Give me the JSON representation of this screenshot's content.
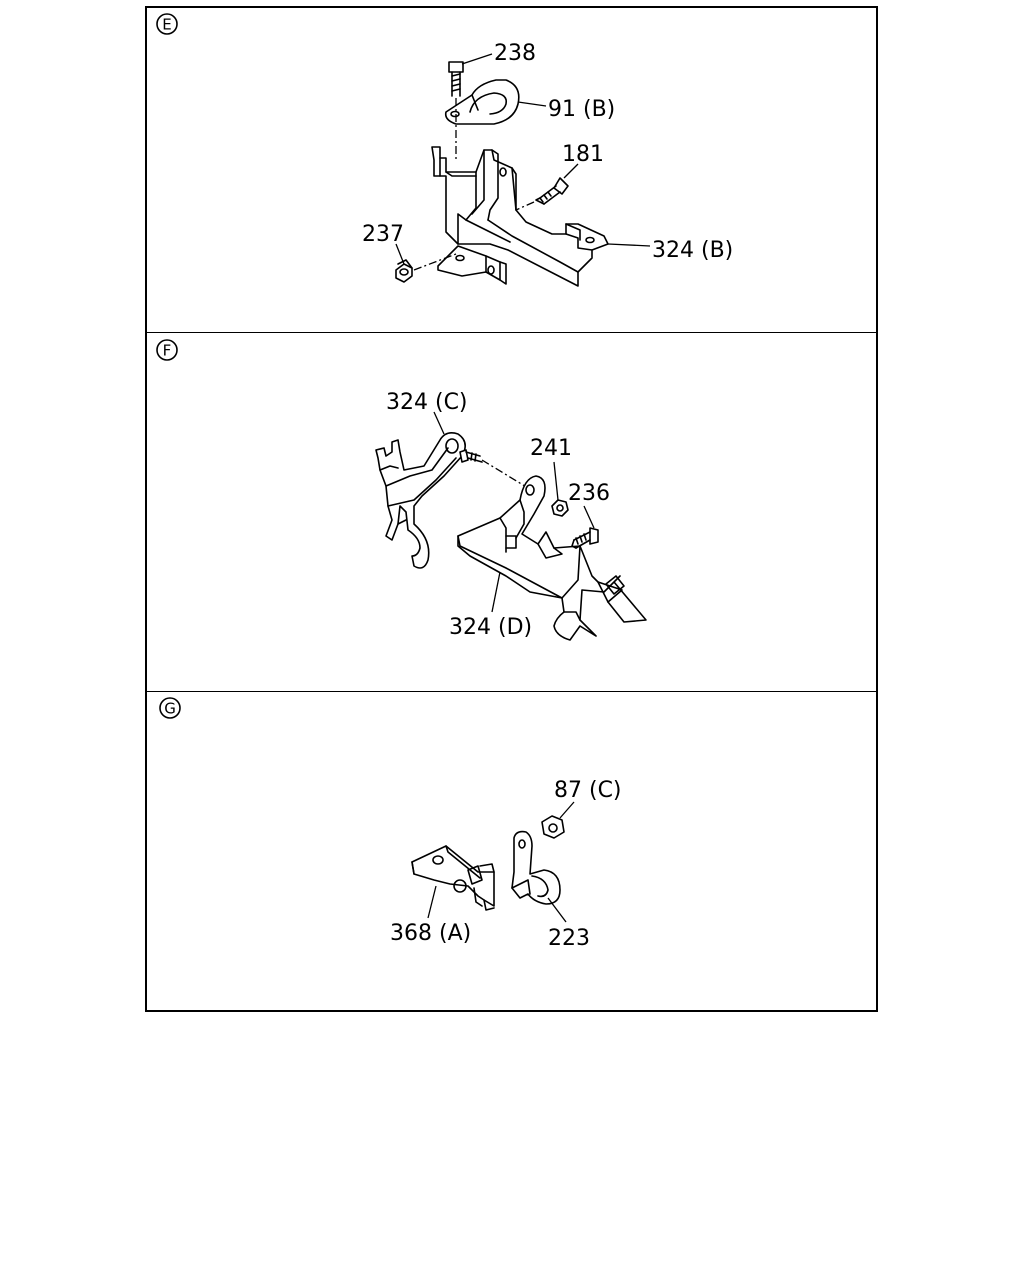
{
  "sections": [
    {
      "id": "E",
      "badge": "E",
      "parts": [
        {
          "ref": "238"
        },
        {
          "ref": "91 (B)"
        },
        {
          "ref": "181"
        },
        {
          "ref": "237"
        },
        {
          "ref": "324 (B)"
        }
      ]
    },
    {
      "id": "F",
      "badge": "F",
      "parts": [
        {
          "ref": "324 (C)"
        },
        {
          "ref": "241"
        },
        {
          "ref": "236"
        },
        {
          "ref": "324 (D)"
        }
      ]
    },
    {
      "id": "G",
      "badge": "G",
      "parts": [
        {
          "ref": "87 (C)"
        },
        {
          "ref": "368 (A)"
        },
        {
          "ref": "223"
        }
      ]
    }
  ]
}
